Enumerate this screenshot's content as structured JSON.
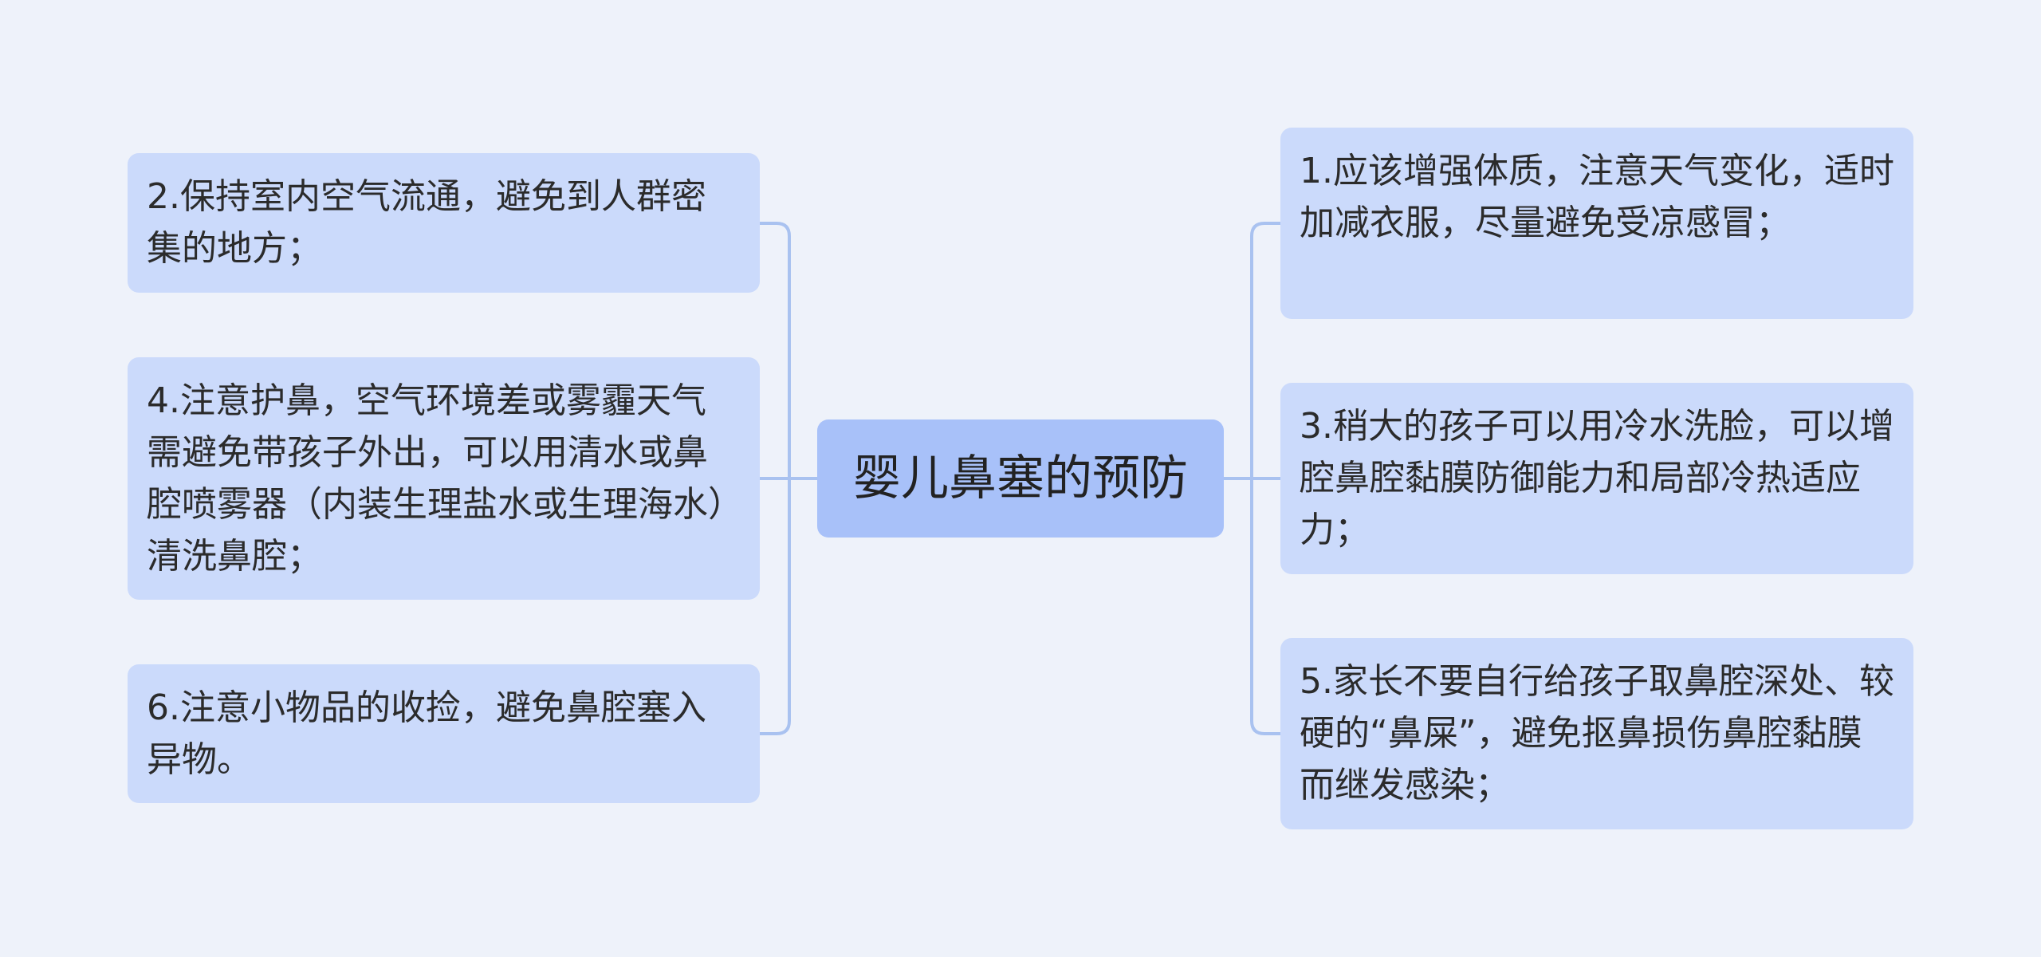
{
  "root": {
    "label": "婴儿鼻塞的预防"
  },
  "left_nodes": [
    {
      "text": "2.保持室内空气流通，避免到人群密集的地方；"
    },
    {
      "text": "4.注意护鼻，空气环境差或雾霾天气需避免带孩子外出，可以用清水或鼻腔喷雾器（内装生理盐水或生理海水）清洗鼻腔；"
    },
    {
      "text": "6.注意小物品的收捡，避免鼻腔塞入异物。"
    }
  ],
  "right_nodes": [
    {
      "text": "1.应该增强体质，注意天气变化，适时加减衣服，尽量避免受凉感冒；"
    },
    {
      "text": "3.稍大的孩子可以用冷水洗脸，可以增腔鼻腔黏膜防御能力和局部冷热适应力；"
    },
    {
      "text": "5.家长不要自行给孩子取鼻腔深处、较硬的“鼻屎”，避免抠鼻损伤鼻腔黏膜而继发感染；"
    }
  ],
  "colors": {
    "background": "#eef2fa",
    "root_fill": "#a8c1f9",
    "node_fill": "#cbdafb",
    "connector": "#a9c2f0"
  }
}
